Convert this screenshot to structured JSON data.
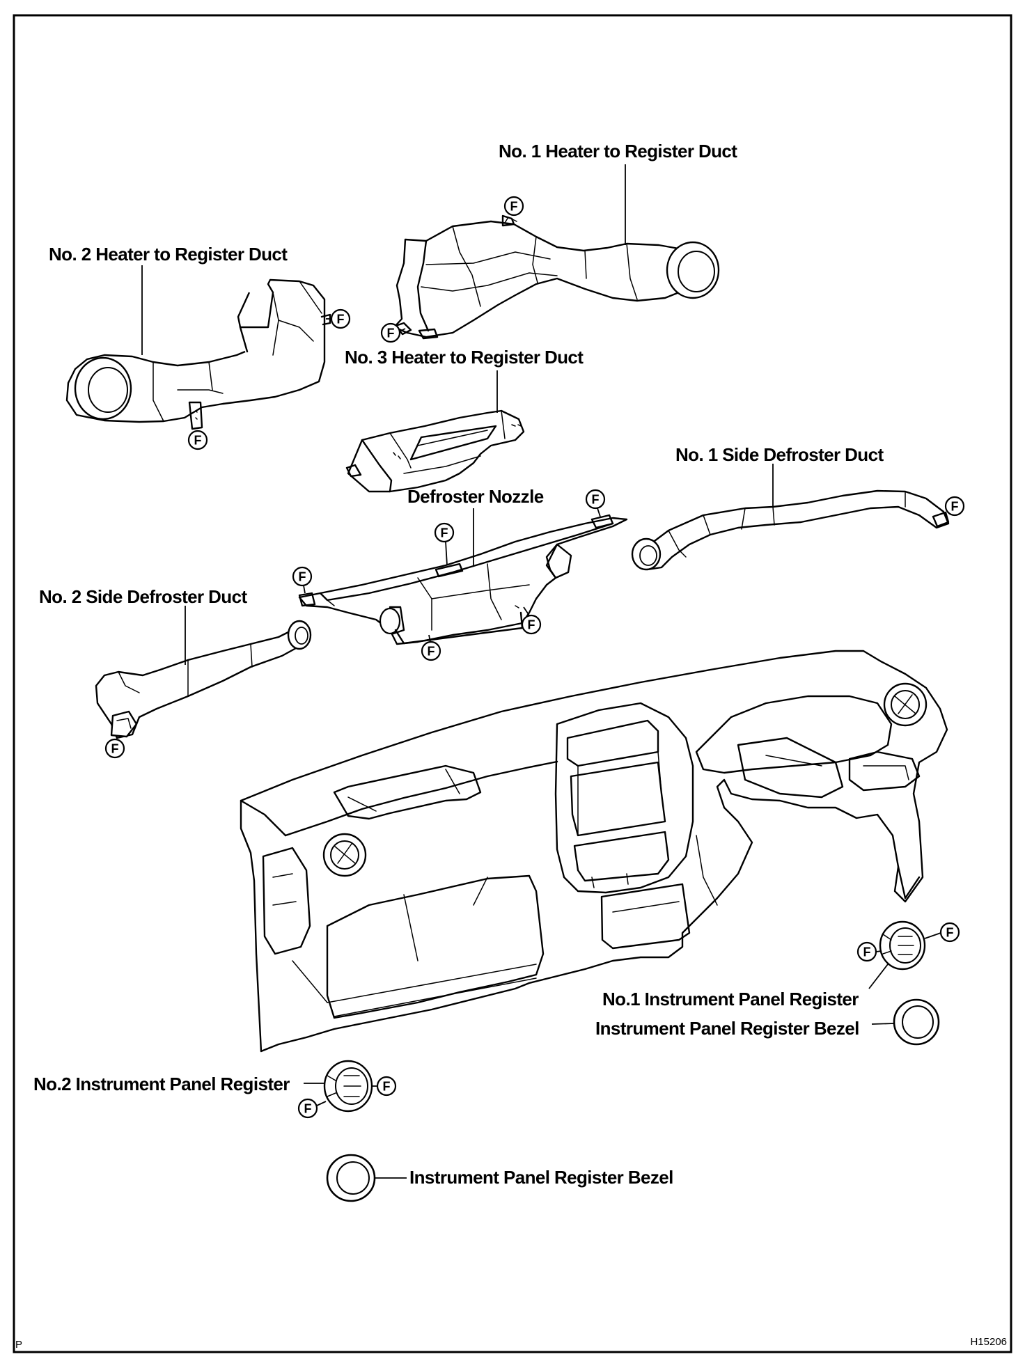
{
  "labels": {
    "no1_heater_duct": "No. 1 Heater to Register Duct",
    "no2_heater_duct": "No. 2 Heater to Register Duct",
    "no3_heater_duct": "No. 3 Heater to Register Duct",
    "no1_side_defroster": "No. 1 Side Defroster Duct",
    "no2_side_defroster": "No. 2 Side Defroster Duct",
    "defroster_nozzle": "Defroster Nozzle",
    "no1_register": "No.1 Instrument Panel Register",
    "register_bezel_right": "Instrument Panel Register Bezel",
    "no2_register": "No.2 Instrument Panel Register",
    "register_bezel_left": "Instrument Panel Register Bezel"
  },
  "marker": {
    "letter": "F",
    "icon": "clip-f-marker-icon"
  },
  "corner": {
    "left": "P",
    "right": "H15206"
  },
  "colors": {
    "ink": "#000000",
    "paper": "#ffffff"
  }
}
